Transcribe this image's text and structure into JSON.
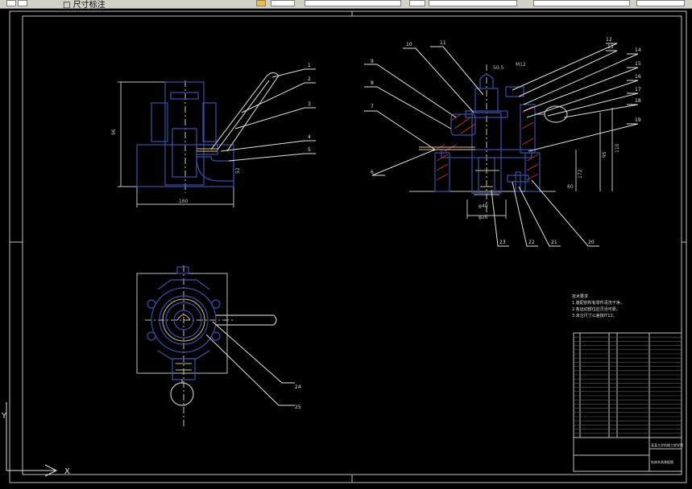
{
  "toolbar": {
    "layer_text": "□ 尺寸标注",
    "icons": [
      "layer-properties-icon",
      "layer-state-icon",
      "color-control",
      "linetype-control",
      "lineweight-control"
    ]
  },
  "drawing": {
    "line_color": "#c0c0c0",
    "leader_color": "#e0e0e0",
    "part_color": "#3a4fa8",
    "hatch_color": "#c03030",
    "accent_color": "#d8c080",
    "background": "#000000",
    "balloons": [
      "1",
      "2",
      "3",
      "4",
      "5",
      "6",
      "7",
      "8",
      "9",
      "10",
      "11",
      "12",
      "13",
      "14",
      "15",
      "16",
      "17",
      "18",
      "19",
      "20",
      "21",
      "22",
      "23",
      "24",
      "25"
    ],
    "tech_requirements_title": "技术要求",
    "tech_requirements": [
      "1.装配前所有零件清洗干净。",
      "2.各运动部位应灵活可靠。",
      "3.未注尺寸公差按IT12。"
    ],
    "dimensions": {
      "front_height": "96",
      "front_width": "160",
      "side_dim_a": "110",
      "side_dim_b": "95",
      "side_dim_c": "172",
      "side_dim_d": "60",
      "side_dim_e": "50.5",
      "side_dim_f": "M12",
      "bottom_dim_a": "φ40",
      "bottom_dim_b": "φ26",
      "front_dim_s": "52"
    },
    "title_block": {
      "drawing_name": "钻床夹具装配图",
      "school": "某某大学机械工程学院"
    }
  },
  "ucs": {
    "x_label": "X",
    "y_label": "Y"
  }
}
